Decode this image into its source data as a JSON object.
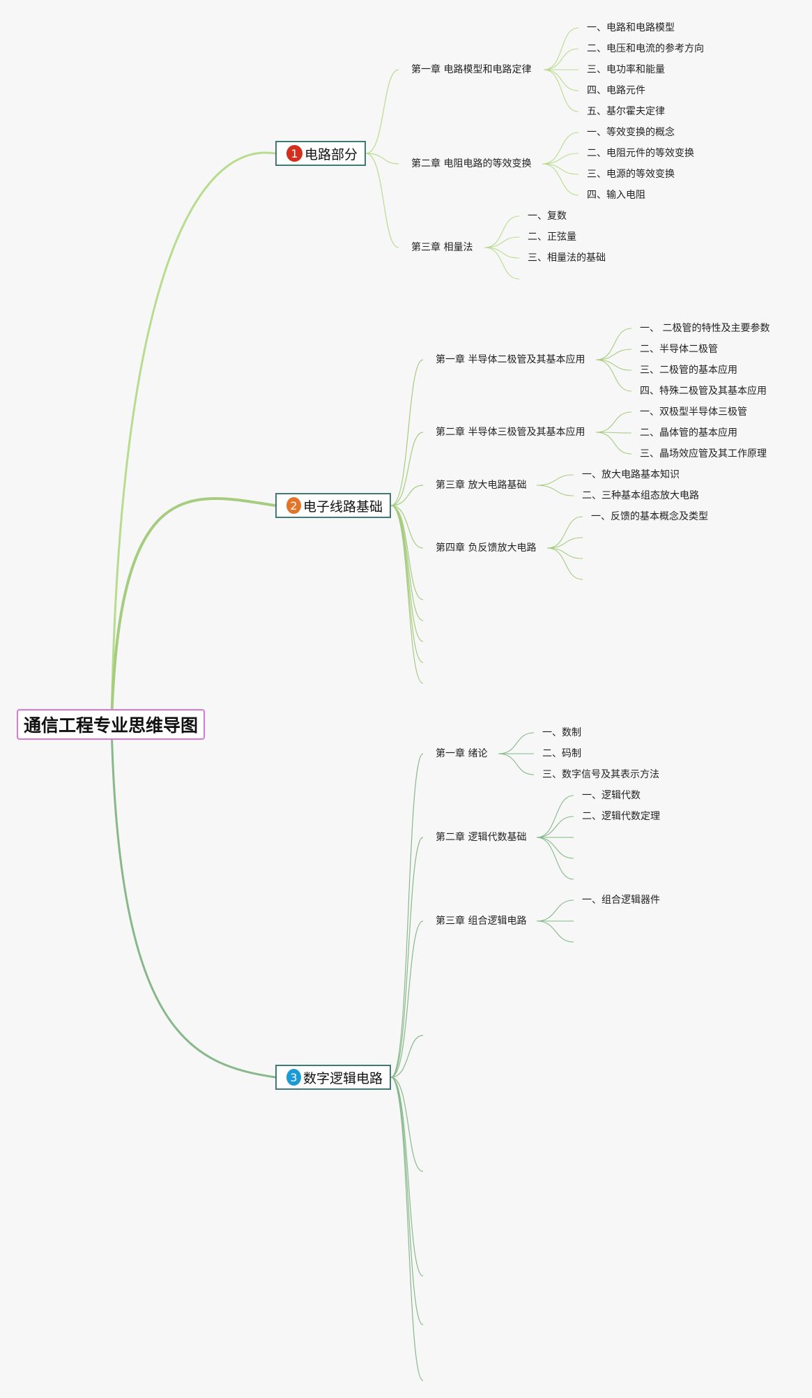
{
  "title": "通信工程专业思维导图",
  "branches": [
    {
      "number": "1",
      "label": "电路部分",
      "color": "#d32f1f",
      "line_color": "#b7dc8d",
      "chapters": [
        {
          "label": "第一章 电路模型和电路定律",
          "items": [
            "一、电路和电路模型",
            "二、电压和电流的参考方向",
            "三、电功率和能量",
            "四、电路元件",
            "五、基尔霍夫定律"
          ]
        },
        {
          "label": "第二章 电阻电路的等效变换",
          "items": [
            "一、等效变换的概念",
            "二、电阻元件的等效变换",
            "三、电源的等效变换",
            "四、输入电阻"
          ]
        },
        {
          "label": "第三章 相量法",
          "items": [
            "一、复数",
            "二、正弦量",
            "三、相量法的基础",
            ""
          ]
        }
      ]
    },
    {
      "number": "2",
      "label": "电子线路基础",
      "color": "#e3752b",
      "line_color": "#a5cc7f",
      "chapters": [
        {
          "label": "第一章 半导体二极管及其基本应用",
          "items": [
            "一、 二极管的特性及主要参数",
            "二、半导体二极管",
            "三、二极管的基本应用",
            "四、特殊二极管及其基本应用"
          ]
        },
        {
          "label": "第二章 半导体三极管及其基本应用",
          "items": [
            "一、双极型半导体三极管",
            "二、晶体管的基本应用",
            "三、晶场效应管及其工作原理"
          ]
        },
        {
          "label": "第三章 放大电路基础",
          "items": [
            "一、放大电路基本知识",
            "二、三种基本组态放大电路"
          ]
        },
        {
          "label": "第四章 负反馈放大电路",
          "items": [
            "一、反馈的基本概念及类型",
            "",
            "",
            ""
          ]
        },
        {
          "label": "",
          "items": []
        },
        {
          "label": "",
          "items": []
        },
        {
          "label": "",
          "items": []
        },
        {
          "label": "",
          "items": []
        },
        {
          "label": "",
          "items": []
        }
      ]
    },
    {
      "number": "3",
      "label": "数字逻辑电路",
      "color": "#1a9ad6",
      "line_color": "#86b88a",
      "chapters": [
        {
          "label": "第一章 绪论",
          "items": [
            "一、数制",
            "二、码制",
            "三、数字信号及其表示方法"
          ]
        },
        {
          "label": "第二章 逻辑代数基础",
          "items": [
            "一、逻辑代数",
            "二、逻辑代数定理",
            "",
            "",
            ""
          ]
        },
        {
          "label": "第三章 组合逻辑电路",
          "items": [
            "一、组合逻辑器件",
            "",
            ""
          ]
        },
        {
          "label": "",
          "items": []
        },
        {
          "label": "",
          "items": []
        },
        {
          "label": "",
          "items": []
        },
        {
          "label": "",
          "items": []
        },
        {
          "label": "",
          "items": []
        }
      ]
    }
  ]
}
